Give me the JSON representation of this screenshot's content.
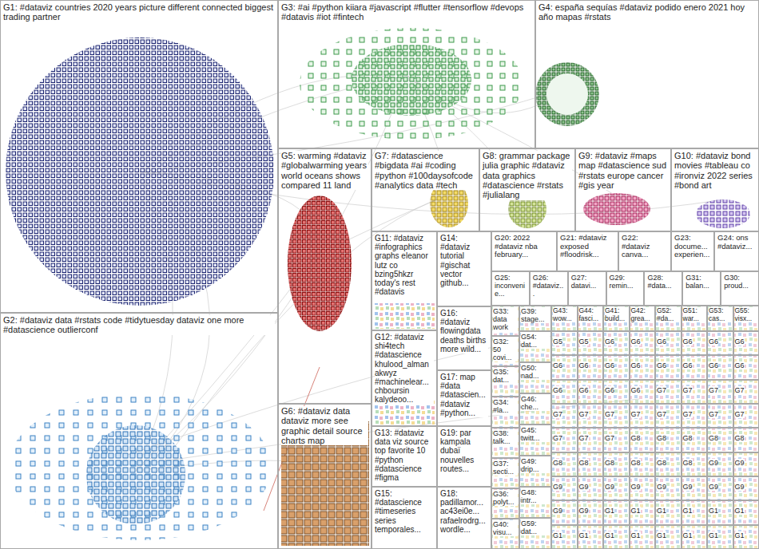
{
  "diagram": {
    "nodes": [
      {
        "text": [
          "G1: #dataviz countries 2020 years picture different connected biggest trading partner"
        ]
      },
      {
        "text": [
          "G3: #ai #python kiiara #javascript #flutter #tensorflow #devops #datavis #iot #fintech"
        ]
      },
      {
        "text": [
          "G4: españa sequías #dataviz podido enero 2021 hoy año mapas #rstats"
        ]
      },
      {
        "text": [
          "G5: warming #dataviz #globalwarming years world oceans shows compared 11 land"
        ]
      },
      {
        "text": [
          "G7: #datascience #bigdata #ai #coding #python #100daysofcode #analytics data #tech"
        ]
      },
      {
        "text": [
          "G8: grammar package julia graphic #dataviz data graphics #datascience #rstats #julialang"
        ]
      },
      {
        "text": [
          "G9: #dataviz #maps map #datascience sud #rstats europe cancer #gis year"
        ]
      },
      {
        "text": [
          "G10: #dataviz bond movies #tableau co #ironviz 2022 series #bond art"
        ]
      },
      {
        "text": [
          "G11: #dataviz #infographics graphs eleanor lutz co bzing5hkzr today's rest #datavis"
        ]
      },
      {
        "text": [
          "G14: #dataviz tutorial #gischat vector github..."
        ]
      },
      {
        "text": [
          "G20: 2022 #dataviz nba february..."
        ]
      },
      {
        "text": [
          "G21: #dataviz exposed #floodrisk..."
        ]
      },
      {
        "text": [
          "G22: #dataviz canva..."
        ]
      },
      {
        "text": [
          "G23: docume... experien..."
        ]
      },
      {
        "text": [
          "G24: ons #dataviz..."
        ]
      },
      {
        "text": [
          "G25: inconvenie..."
        ]
      },
      {
        "text": [
          "G26: #dataviz..."
        ]
      },
      {
        "text": [
          "G27: datavi..."
        ]
      },
      {
        "text": [
          "G29: remin..."
        ]
      },
      {
        "text": [
          "G28: #data..."
        ]
      },
      {
        "text": [
          "G31: balan..."
        ]
      },
      {
        "text": [
          "G30: proud..."
        ]
      },
      {
        "text": [
          "G2: #dataviz data #rstats code #tidytuesday dataviz one more #datascience outlierconf"
        ]
      },
      {
        "text": [
          "G12: #dataviz shi4tech #datascience khulood_alman akwyz #machinelear... chboursin kalydeoo..."
        ]
      },
      {
        "text": [
          "G16: #dataviz flowingdata deaths births more wild..."
        ]
      },
      {
        "text": [
          "G17: map #data #datascien... #dataviz #python..."
        ]
      },
      {
        "text": [
          "G6: #dataviz data dataviz more see graphic detail source charts map"
        ]
      },
      {
        "text": [
          "G13: #dataviz data viz source top favorite 10 #python #datascience #figma"
        ]
      },
      {
        "text": [
          "G19: par kampala dubaï nouvelles routes..."
        ]
      },
      {
        "text": [
          "G15: #datascience #timeseries series temporales..."
        ]
      },
      {
        "text": [
          "G18: padillamor... ac43ei0e... rafaelrodrg... wordle..."
        ]
      },
      {
        "text": [
          "G33: data work"
        ]
      },
      {
        "text": [
          "G32: 50 covi..."
        ]
      },
      {
        "text": [
          "G35: dat..."
        ]
      },
      {
        "text": [
          "G34: #la..."
        ]
      },
      {
        "text": [
          "G38: talk..."
        ]
      },
      {
        "text": [
          "G37: secti..."
        ]
      },
      {
        "text": [
          "G36: polyt..."
        ]
      },
      {
        "text": [
          "G40: visu..."
        ]
      },
      {
        "text": [
          "G39: stage..."
        ]
      },
      {
        "text": [
          "G54: dat..."
        ]
      },
      {
        "text": [
          "G50: nad..."
        ]
      },
      {
        "text": [
          "G46: che..."
        ]
      },
      {
        "text": [
          "G45: twitt..."
        ]
      },
      {
        "text": [
          "G49: drip..."
        ]
      },
      {
        "text": [
          "G48: intr..."
        ]
      },
      {
        "text": [
          "G59: dat..."
        ]
      },
      {
        "text": [
          "G43: wow..."
        ]
      },
      {
        "text": [
          "G44: fasci..."
        ]
      },
      {
        "text": [
          "G41: build..."
        ]
      },
      {
        "text": [
          "G42: grea..."
        ]
      },
      {
        "text": [
          "G52: #da..."
        ]
      },
      {
        "text": [
          "G51: war..."
        ]
      },
      {
        "text": [
          "G53: cas..."
        ]
      },
      {
        "text": [
          "G55: visx..."
        ]
      },
      {
        "text": [
          "G5"
        ]
      },
      {
        "text": [
          "G5"
        ]
      },
      {
        "text": [
          "G6"
        ]
      },
      {
        "text": [
          "G6"
        ]
      },
      {
        "text": [
          "G6"
        ]
      },
      {
        "text": [
          "G6"
        ]
      },
      {
        "text": [
          "G6"
        ]
      },
      {
        "text": [
          "G6"
        ]
      },
      {
        "text": [
          "G6"
        ]
      },
      {
        "text": [
          "G6"
        ]
      },
      {
        "text": [
          "G6"
        ]
      },
      {
        "text": [
          "G6"
        ]
      },
      {
        "text": [
          "G6"
        ]
      },
      {
        "text": [
          "G6"
        ]
      },
      {
        "text": [
          "G6"
        ]
      },
      {
        "text": [
          "G6"
        ]
      },
      {
        "text": [
          "G6"
        ]
      },
      {
        "text": [
          "G6"
        ]
      },
      {
        "text": [
          "G6"
        ]
      },
      {
        "text": [
          "G6"
        ]
      },
      {
        "text": [
          "G7"
        ]
      },
      {
        "text": [
          "G7"
        ]
      },
      {
        "text": [
          "G7"
        ]
      },
      {
        "text": [
          "G7"
        ]
      },
      {
        "text": [
          "G7"
        ]
      },
      {
        "text": [
          "G7"
        ]
      },
      {
        "text": [
          "G7"
        ]
      },
      {
        "text": [
          "G7"
        ]
      },
      {
        "text": [
          "G7"
        ]
      },
      {
        "text": [
          "G7"
        ]
      },
      {
        "text": [
          "G7"
        ]
      },
      {
        "text": [
          "G7"
        ]
      },
      {
        "text": [
          "G7"
        ]
      },
      {
        "text": [
          "G7"
        ]
      },
      {
        "text": [
          "G7"
        ]
      },
      {
        "text": [
          "G8"
        ]
      },
      {
        "text": [
          "G8"
        ]
      },
      {
        "text": [
          "G8"
        ]
      },
      {
        "text": [
          "G8"
        ]
      },
      {
        "text": [
          "G8"
        ]
      },
      {
        "text": [
          "G8"
        ]
      },
      {
        "text": [
          "G8"
        ]
      },
      {
        "text": [
          "G8"
        ]
      },
      {
        "text": [
          "G8"
        ]
      },
      {
        "text": [
          "G8"
        ]
      },
      {
        "text": [
          "G8"
        ]
      },
      {
        "text": [
          "G9"
        ]
      },
      {
        "text": [
          "G9"
        ]
      },
      {
        "text": [
          "G9"
        ]
      },
      {
        "text": [
          "G9"
        ]
      },
      {
        "text": [
          "G9"
        ]
      },
      {
        "text": [
          "G9"
        ]
      },
      {
        "text": [
          "G9"
        ]
      },
      {
        "text": [
          "G9"
        ]
      },
      {
        "text": [
          "G9"
        ]
      },
      {
        "text": [
          "G9"
        ]
      },
      {
        "text": [
          "G9"
        ]
      },
      {
        "text": [
          "G9"
        ]
      },
      {
        "text": [
          "G1"
        ]
      },
      {
        "text": [
          "G1"
        ]
      },
      {
        "text": [
          "G1"
        ]
      },
      {
        "text": [
          "G1"
        ]
      },
      {
        "text": [
          "G1"
        ]
      },
      {
        "text": [
          "G1"
        ]
      },
      {
        "text": [
          "G1"
        ]
      },
      {
        "text": [
          "G1"
        ]
      },
      {
        "text": [
          "G1"
        ]
      },
      {
        "text": [
          "G1"
        ]
      },
      {
        "text": [
          "G1"
        ]
      },
      {
        "text": [
          "G1"
        ]
      },
      {
        "text": [
          "G1"
        ]
      },
      {
        "text": [
          "G1"
        ]
      }
    ]
  }
}
